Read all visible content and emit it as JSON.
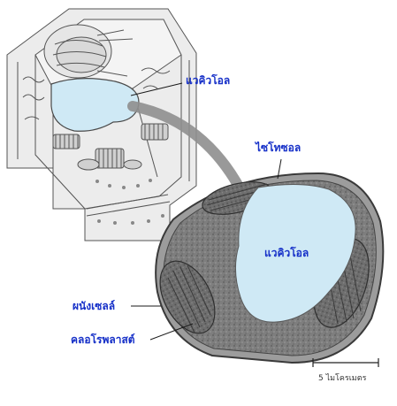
{
  "labels": {
    "vacuole_top": "แวคิวโอล",
    "cytosol": "ไซโทซอล",
    "vacuole_center": "แวคิวโอล",
    "cell_wall": "ผนังเซลล์",
    "chloroplast": "คลอโรพลาสต์"
  },
  "scale_bar": {
    "label": "5 ไมโครเมตร"
  },
  "colors": {
    "label_text": "#1630c8",
    "vacuole_fill": "#cfe9f5",
    "arrow": "#8f8f8f",
    "micrograph": "#7c7c7c"
  }
}
